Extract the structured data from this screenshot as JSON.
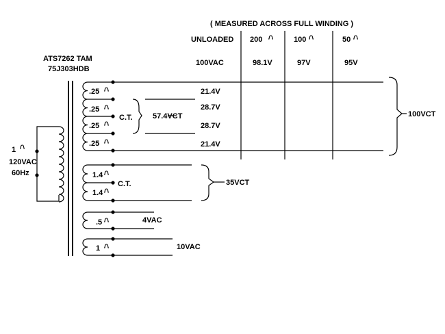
{
  "part": {
    "number": "ATS7262  TAM",
    "code": "75J303HDB"
  },
  "primary": {
    "ohms": "1",
    "voltage": "120VAC",
    "frequency": "60Hz"
  },
  "table": {
    "caption": "( MEASURED ACROSS FULL WINDING )",
    "headers": [
      "UNLOADED",
      "200",
      "100",
      "50"
    ],
    "values": [
      "100VAC",
      "98.1V",
      "97V",
      "95V"
    ]
  },
  "secondary_hv": {
    "tap_ohms": [
      ".25",
      ".25",
      ".25",
      ".25"
    ],
    "ct_label": "C.T.",
    "tap_voltages": [
      "21.4V",
      "28.7V",
      "28.7V",
      "21.4V"
    ],
    "vct_label": "57.4VCT",
    "total_label": "100VCT"
  },
  "secondary_2": {
    "tap_ohms": [
      "1.4",
      "1.4"
    ],
    "ct_label": "C.T.",
    "total_label": "35VCT"
  },
  "secondary_3": {
    "ohms": ".5",
    "voltage": "4VAC"
  },
  "secondary_4": {
    "ohms": "1",
    "voltage": "10VAC"
  },
  "colors": {
    "ink": "#000000",
    "background": "#ffffff"
  }
}
